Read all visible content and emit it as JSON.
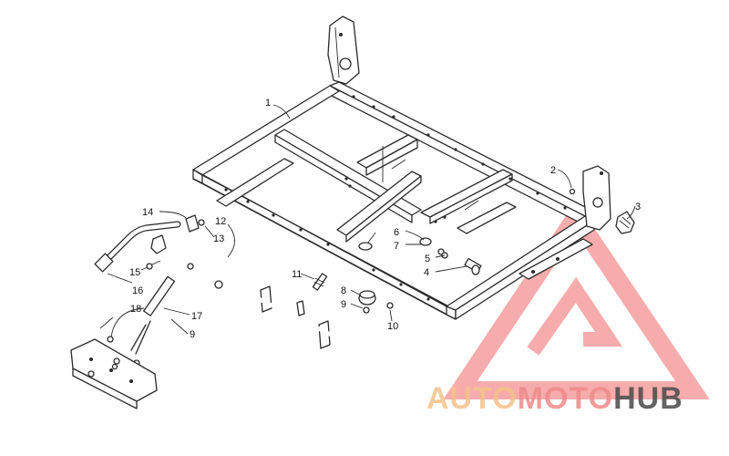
{
  "diagram": {
    "callouts": {
      "c1": "1",
      "c2": "2",
      "c3": "3",
      "c4": "4",
      "c5": "5",
      "c6": "6",
      "c7": "7",
      "c8": "8",
      "c9a": "9",
      "c9b": "9",
      "c10": "10",
      "c11": "11",
      "c12": "12",
      "c13": "13",
      "c14": "14",
      "c15": "15",
      "c16": "16",
      "c17": "17",
      "c18": "18"
    }
  },
  "watermark": {
    "brand_auto": "AUTO",
    "brand_moto": "MOTO",
    "brand_hub": "HUB",
    "color_light": "#f4c28a",
    "color_accent": "#f08a8a",
    "color_dark": "#4a4a4a"
  }
}
